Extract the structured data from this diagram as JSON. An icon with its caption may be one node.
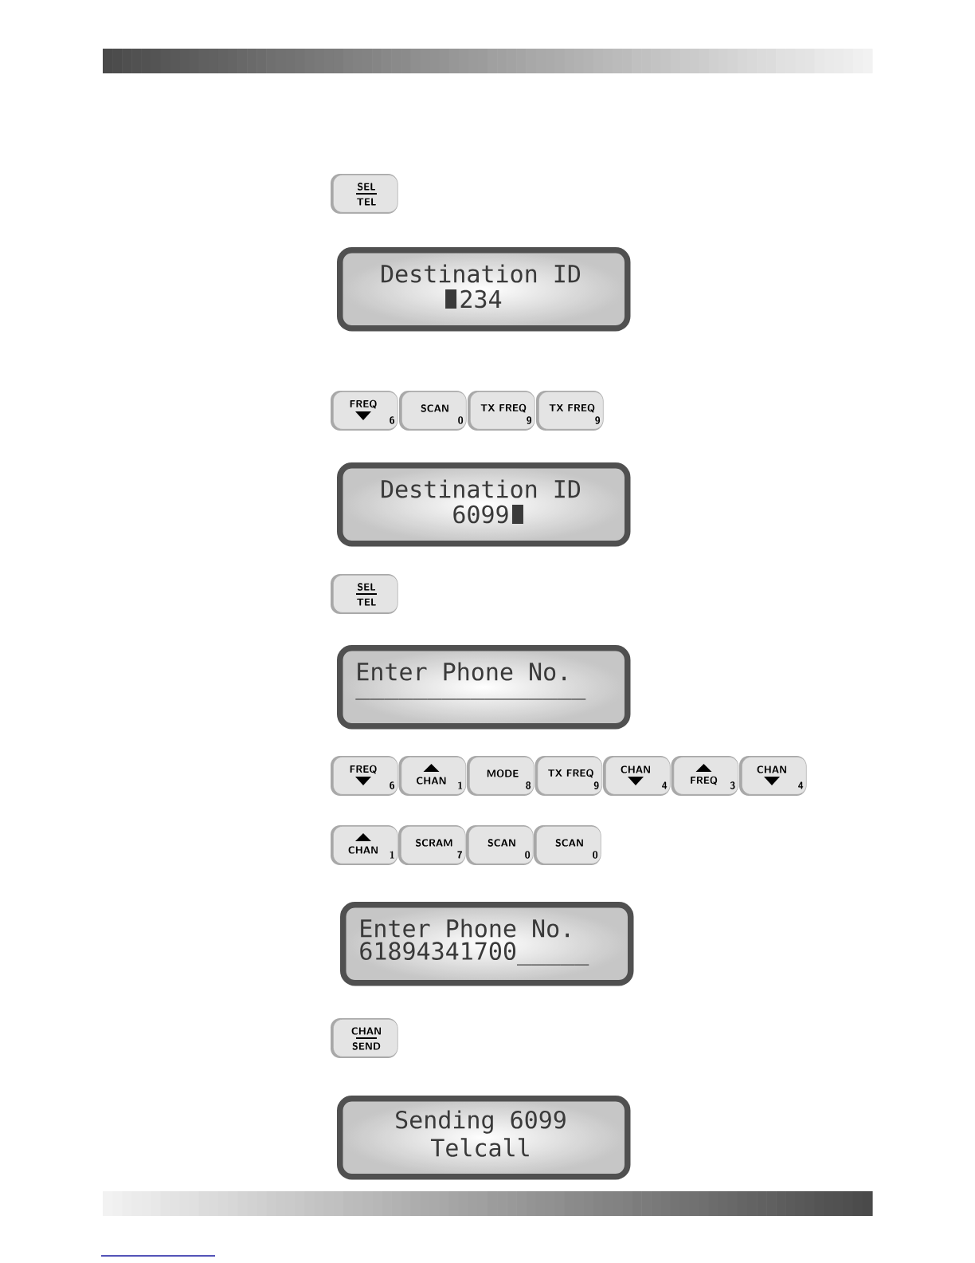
{
  "diagram": {
    "nodes": [
      {
        "text": [
          "SEL",
          "TEL"
        ]
      },
      {
        "text": [
          "Destination ID",
          "234"
        ]
      },
      {
        "text": [
          "FREQ",
          "6"
        ]
      },
      {
        "text": [
          "SCAN",
          "0"
        ]
      },
      {
        "text": [
          "TX FREQ",
          "9"
        ]
      },
      {
        "text": [
          "TX FREQ",
          "9"
        ]
      },
      {
        "text": [
          "Destination ID",
          "6099"
        ]
      },
      {
        "text": [
          "SEL",
          "TEL"
        ]
      },
      {
        "text": [
          "Enter Phone No.",
          "________________"
        ]
      },
      {
        "text": [
          "FREQ",
          "6"
        ]
      },
      {
        "text": [
          "CHAN",
          "1"
        ]
      },
      {
        "text": [
          "MODE",
          "8"
        ]
      },
      {
        "text": [
          "TX FREQ",
          "9"
        ]
      },
      {
        "text": [
          "CHAN",
          "4"
        ]
      },
      {
        "text": [
          "FREQ",
          "3"
        ]
      },
      {
        "text": [
          "CHAN",
          "4"
        ]
      },
      {
        "text": [
          "CHAN",
          "1"
        ]
      },
      {
        "text": [
          "SCRAM",
          "7"
        ]
      },
      {
        "text": [
          "SCAN",
          "0"
        ]
      },
      {
        "text": [
          "SCAN",
          "0"
        ]
      },
      {
        "text": [
          "Enter Phone No.",
          "61894341700_____"
        ]
      },
      {
        "text": [
          "CHAN",
          "SEND"
        ]
      },
      {
        "text": [
          "Sending 6099",
          "Telcall"
        ]
      }
    ]
  }
}
